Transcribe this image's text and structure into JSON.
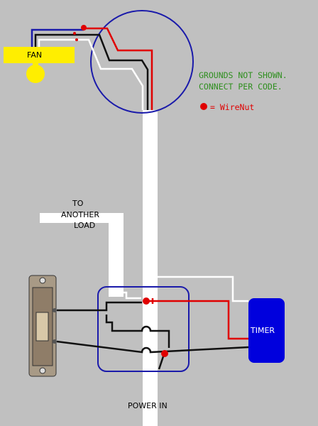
{
  "labels": {
    "fan": "FAN",
    "grounds_line1": "GROUNDS NOT SHOWN.",
    "grounds_line2": "CONNECT PER CODE.",
    "legend_text": "= WireNut",
    "another_load_line1": "TO",
    "another_load_line2": "ANOTHER",
    "another_load_line3": "LOAD",
    "timer": "TIMER",
    "power_in": "POWER IN"
  },
  "colors": {
    "background": "#c0c0c0",
    "box_outline": "#1a1aaa",
    "hot_wire": "#e00000",
    "neutral_wire": "#ffffff",
    "switch_wire": "#111111",
    "fan_yellow": "#ffee00",
    "note_text": "#2f8f1f",
    "legend_text": "#e00000",
    "wirenut": "#e00000",
    "timer_fill": "#0000dd"
  },
  "icons": {
    "fan": "ceiling-fan-icon",
    "switch": "toggle-switch-icon",
    "wirenut": "wirenut-dot-icon"
  }
}
